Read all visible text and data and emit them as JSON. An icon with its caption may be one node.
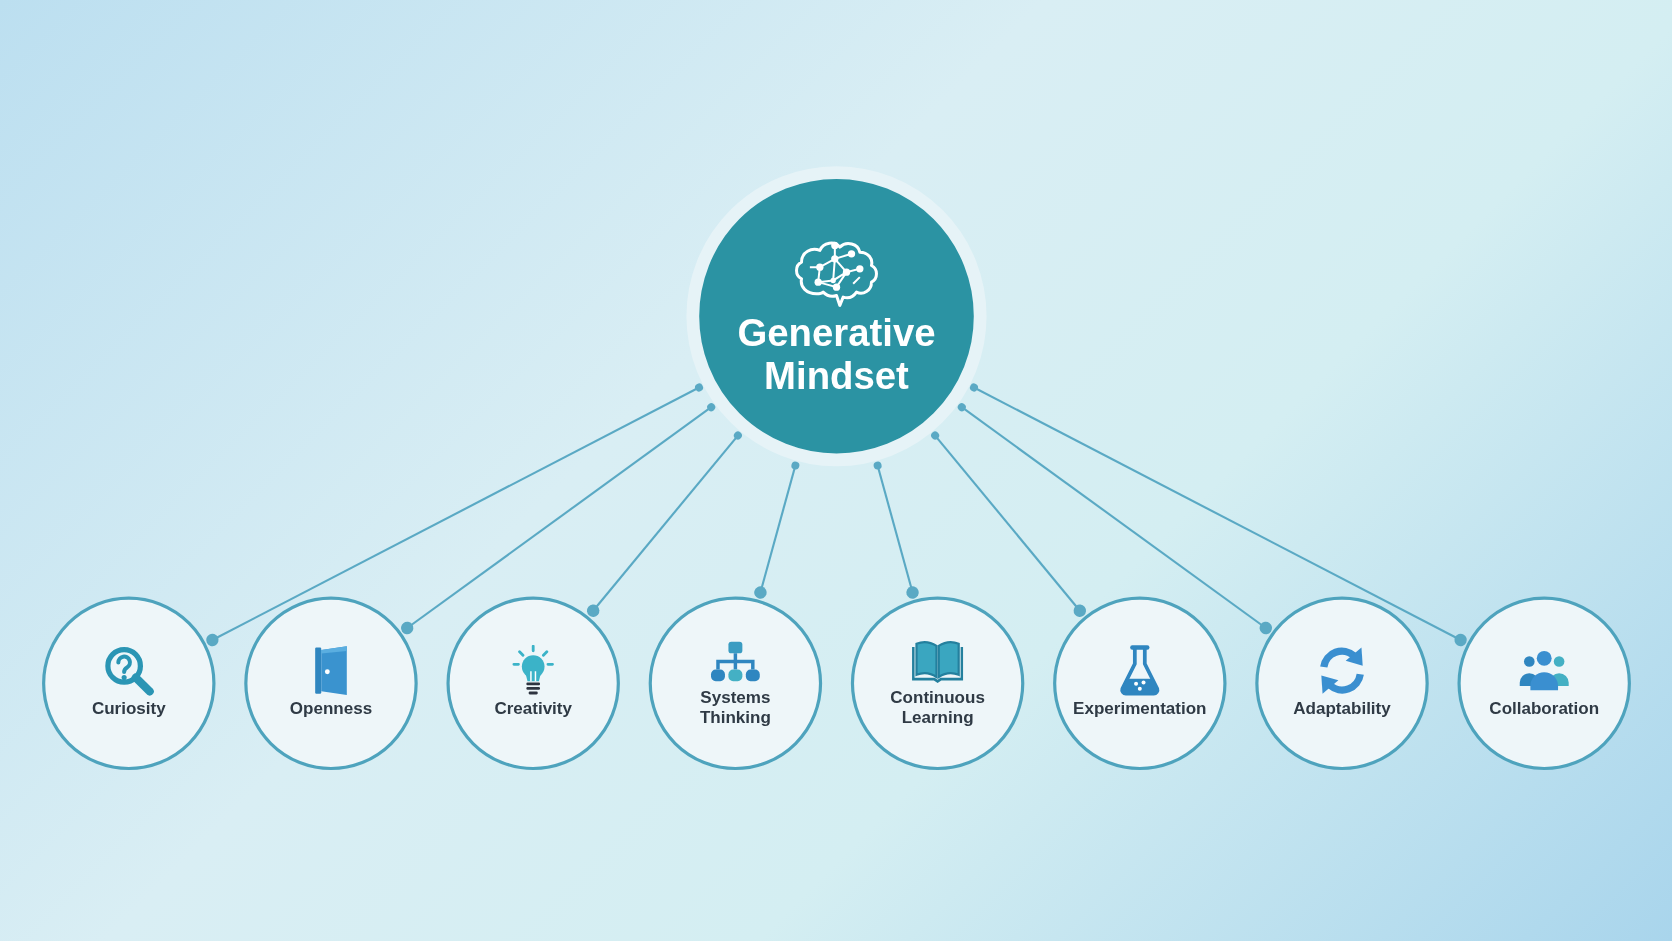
{
  "diagram": {
    "nodes": [
      {
        "text": [
          "Generative Mindset"
        ]
      },
      {
        "text": [
          "Curiosity"
        ]
      },
      {
        "text": [
          "Openness"
        ]
      },
      {
        "text": [
          "Creativity"
        ]
      },
      {
        "text": [
          "Systems Thinking"
        ]
      },
      {
        "text": [
          "Continuous Learning"
        ]
      },
      {
        "text": [
          "Experimentation"
        ]
      },
      {
        "text": [
          "Adaptability"
        ]
      },
      {
        "text": [
          "Collaboration"
        ]
      }
    ],
    "edges": [
      {
        "from": 0,
        "to": 1,
        "arrow": "other"
      },
      {
        "from": 0,
        "to": 2,
        "arrow": "other"
      },
      {
        "from": 0,
        "to": 3,
        "arrow": "other"
      },
      {
        "from": 0,
        "to": 4,
        "arrow": "other"
      },
      {
        "from": 0,
        "to": 5,
        "arrow": "other"
      },
      {
        "from": 0,
        "to": 6,
        "arrow": "other"
      },
      {
        "from": 0,
        "to": 7,
        "arrow": "other"
      },
      {
        "from": 0,
        "to": 8,
        "arrow": "other"
      }
    ]
  }
}
